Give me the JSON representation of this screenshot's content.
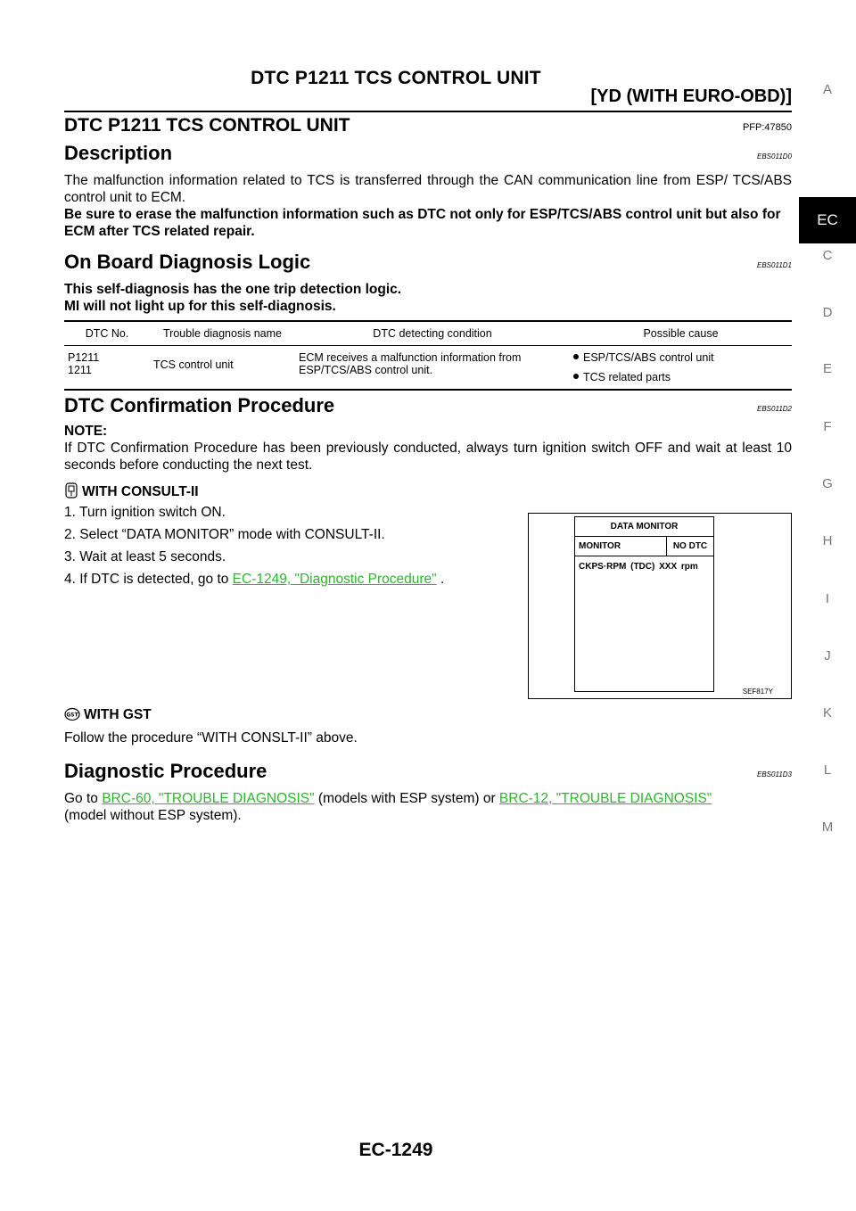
{
  "header": {
    "title": "DTC P1211 TCS CONTROL UNIT",
    "subtitle": "[YD (WITH EURO-OBD)]"
  },
  "side_tabs": [
    "A",
    "EC",
    "C",
    "D",
    "E",
    "F",
    "G",
    "H",
    "I",
    "J",
    "K",
    "L",
    "M"
  ],
  "section": {
    "title": "DTC P1211 TCS CONTROL UNIT",
    "pfp": "PFP:47850"
  },
  "description": {
    "heading": "Description",
    "code": "EBS011D0",
    "text": "The malfunction information related to TCS is transferred through the CAN communication line from ESP/ TCS/ABS control unit to ECM.",
    "bold_text": "Be sure to erase the malfunction information such as DTC not only for ESP/TCS/ABS control unit but also for ECM after TCS related repair."
  },
  "onboard": {
    "heading": "On Board Diagnosis Logic",
    "code": "EBS011D1",
    "line1": "This self-diagnosis has the one trip detection logic.",
    "line2": "MI will not light up for this self-diagnosis."
  },
  "dtc_table": {
    "headers": [
      "DTC No.",
      "Trouble diagnosis name",
      "DTC detecting condition",
      "Possible cause"
    ],
    "row": {
      "dtc_no_1": "P1211",
      "dtc_no_2": "1211",
      "name": "TCS control unit",
      "condition": "ECM receives a malfunction information from ESP/TCS/ABS control unit.",
      "causes": [
        "ESP/TCS/ABS control unit",
        "TCS related parts"
      ]
    }
  },
  "confirmation": {
    "heading": "DTC Confirmation Procedure",
    "code": "EBS011D2",
    "note_label": "NOTE:",
    "note_text": "If DTC Confirmation Procedure has been previously conducted, always turn ignition switch OFF and wait at least 10 seconds before conducting the next test.",
    "consult_heading": "WITH CONSULT-II",
    "steps": [
      "1. Turn ignition switch ON.",
      "2. Select “DATA MONITOR” mode with CONSULT-II.",
      "3. Wait at least 5 seconds."
    ],
    "step4_prefix": "4. If DTC is detected, go to ",
    "step4_link": "EC-1249, \"Diagnostic Procedure\"",
    "step4_suffix": " .",
    "gst_heading": "WITH GST",
    "gst_text": "Follow the procedure “WITH CONSLT-II” above."
  },
  "figure": {
    "screen_title": "DATA MONITOR",
    "col1": "MONITOR",
    "col2": "NO DTC",
    "row": "CKPS·RPM (TDC)    XXX rpm",
    "code": "SEF817Y"
  },
  "diagnostic": {
    "heading": "Diagnostic Procedure",
    "code": "EBS011D3",
    "prefix": "Go to ",
    "link1": "BRC-60, \"TROUBLE DIAGNOSIS\"",
    "middle": "  (models with ESP system) or ",
    "link2": "BRC-12, \"TROUBLE DIAGNOSIS\"",
    "suffix": "(model without ESP system)."
  },
  "footer": "EC-1249",
  "colors": {
    "link": "#2db52d",
    "tab_active_bg": "#000000"
  }
}
